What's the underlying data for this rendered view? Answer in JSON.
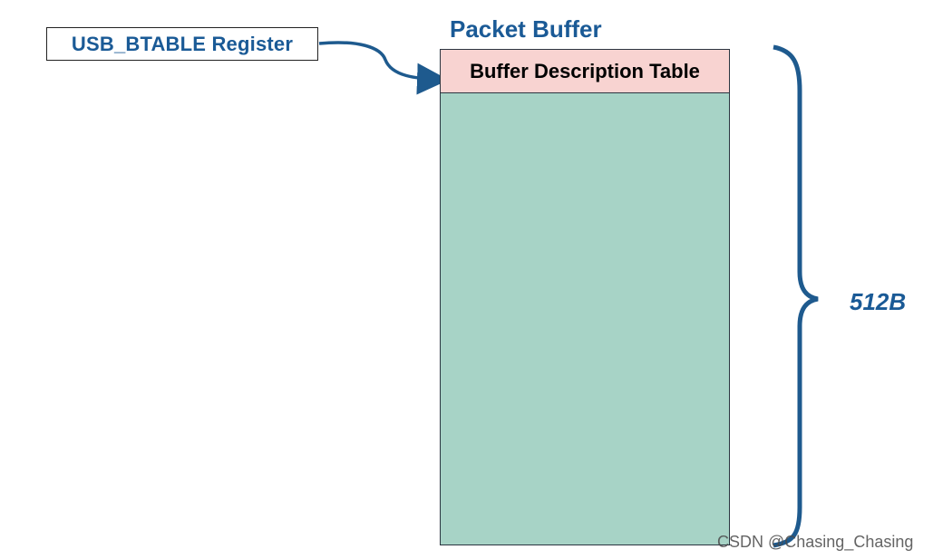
{
  "register": {
    "label": "USB_BTABLE Register"
  },
  "packet_buffer": {
    "title": "Packet Buffer",
    "descriptor_table_label": "Buffer Description Table"
  },
  "size": {
    "label": "512B"
  },
  "watermark": {
    "text": "CSDN @Chasing_Chasing"
  },
  "colors": {
    "accent_blue": "#1a5a96",
    "connector": "#1e5a8e",
    "buffer_fill": "#a7d3c6",
    "table_fill": "#f8d3d1"
  }
}
